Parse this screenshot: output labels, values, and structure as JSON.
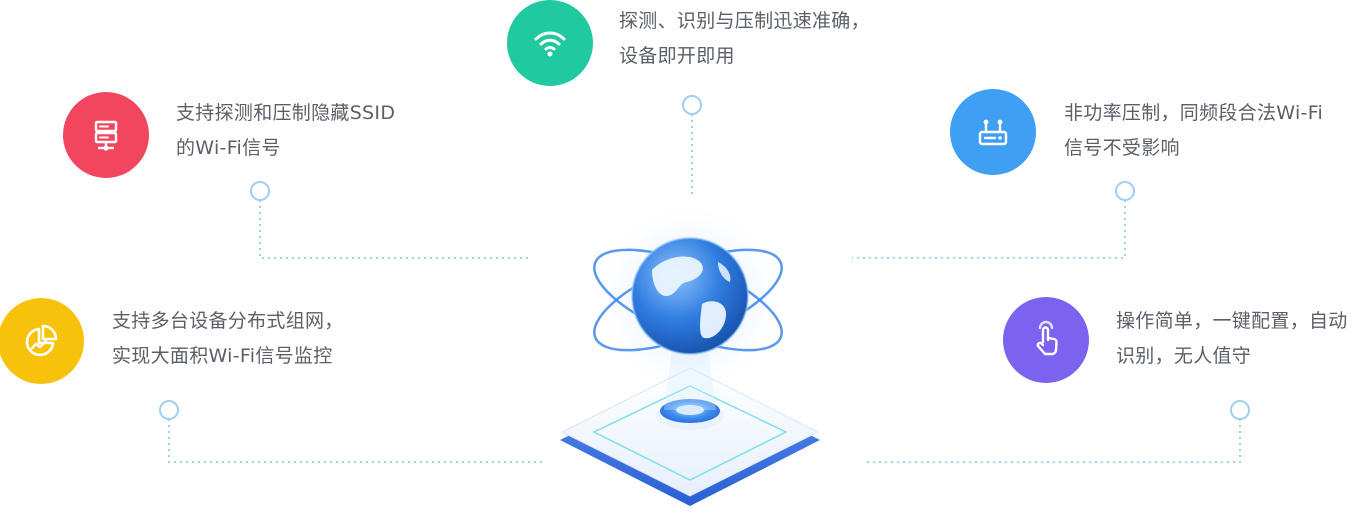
{
  "features": [
    {
      "id": "wifi",
      "icon": "wifi-icon",
      "color": "#20c9a0",
      "line1": "探测、识别与压制迅速准确，",
      "line2": "设备即开即用"
    },
    {
      "id": "ssid",
      "icon": "server-icon",
      "color": "#f2455e",
      "line1": "支持探测和压制隐藏SSID",
      "line2": "的Wi-Fi信号"
    },
    {
      "id": "nonpower",
      "icon": "router-icon",
      "color": "#3f9ff2",
      "line1": "非功率压制，同频段合法Wi-Fi",
      "line2": "信号不受影响"
    },
    {
      "id": "distributed",
      "icon": "pie-chart-icon",
      "color": "#f8c20c",
      "line1": "支持多台设备分布式组网，",
      "line2": "实现大面积Wi-Fi信号监控"
    },
    {
      "id": "auto",
      "icon": "touch-hand-icon",
      "color": "#7b62ef",
      "line1": "操作简单，一键配置，自动",
      "line2": "识别，无人值守"
    }
  ],
  "colors": {
    "connector": "#9fd0ef",
    "node_ring": "#9fd0ef",
    "globe_blue": "#2f7de0"
  }
}
